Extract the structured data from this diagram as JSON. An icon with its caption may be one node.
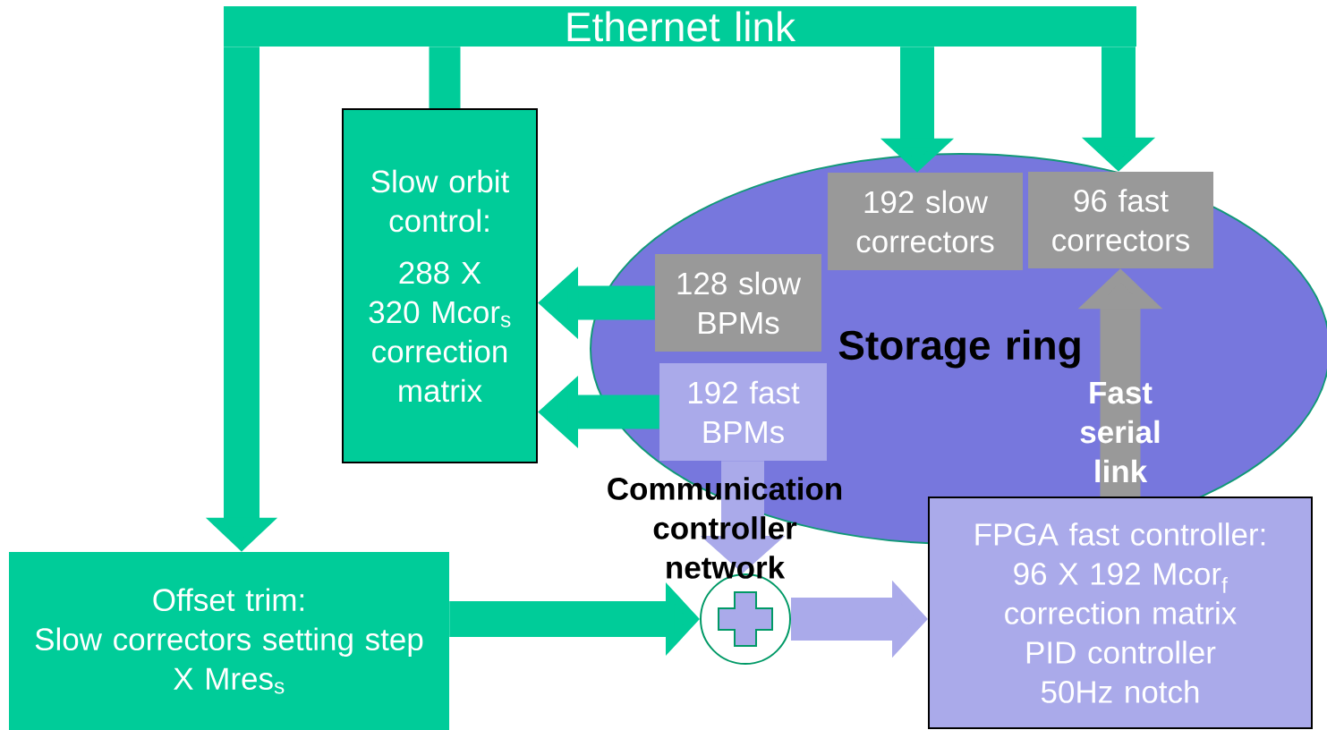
{
  "diagram": {
    "nodes": [
      {
        "text": [
          "Ethernet link"
        ]
      },
      {
        "text": [
          "Slow orbit control:",
          "288 X 320 Mcor$_{s}$ correction matrix"
        ]
      },
      {
        "text": [
          "Storage ring"
        ]
      },
      {
        "text": [
          "192 slow correctors"
        ],
        "in": 2
      },
      {
        "text": [
          "96 fast correctors"
        ],
        "in": 2
      },
      {
        "text": [
          "128 slow BPMs"
        ],
        "in": 2
      },
      {
        "text": [
          "192 fast BPMs"
        ],
        "in": 2
      },
      {
        "text": [
          "Offset trim:",
          "Slow correctors setting step",
          "X Mres$_{s}$"
        ]
      },
      {
        "text": [],
        "shape": "circle"
      },
      {
        "text": [
          "FPGA fast controller:",
          "96 X 192 Mcor$_{f}$ correction matrix",
          "PID controller",
          "50Hz notch"
        ]
      }
    ],
    "edges": [
      {
        "from": 0,
        "to": 7,
        "arrow": "to"
      },
      {
        "from": 1,
        "to": 0,
        "arrow": "none"
      },
      {
        "from": 0,
        "to": 3,
        "arrow": "to"
      },
      {
        "from": 0,
        "to": 4,
        "arrow": "to"
      },
      {
        "from": 5,
        "to": 1,
        "arrow": "to"
      },
      {
        "from": 6,
        "to": 1,
        "arrow": "to"
      },
      {
        "from": 6,
        "to": 8,
        "arrow": "to",
        "label": "Communication controller network",
        "color": "#aaaaea"
      },
      {
        "from": 7,
        "to": 8,
        "arrow": "to"
      },
      {
        "from": 8,
        "to": 9,
        "arrow": "to",
        "color": "#aaaaea"
      },
      {
        "from": 9,
        "to": 4,
        "arrow": "to",
        "label": "Fast serial link",
        "color": "#999999"
      }
    ]
  }
}
